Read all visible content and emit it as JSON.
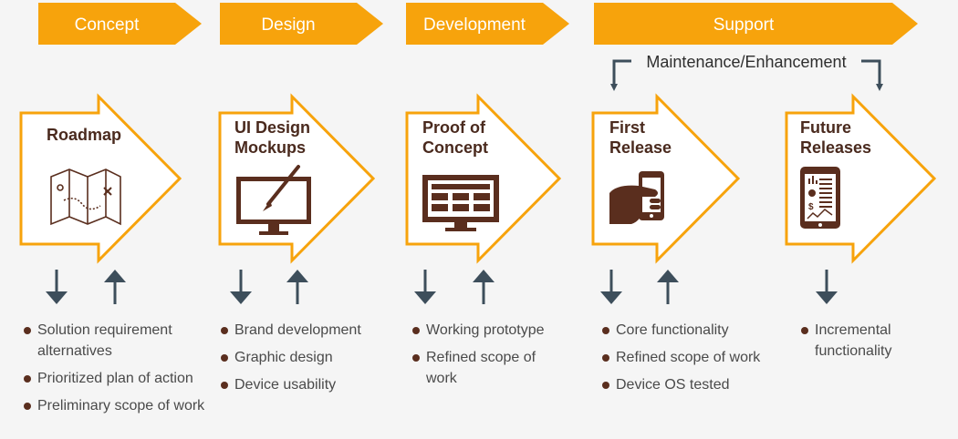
{
  "colors": {
    "accent": "#f7a30c",
    "icon_brown": "#5a2e1e",
    "arrow_gray": "#3d4e5b",
    "background": "#f5f5f5"
  },
  "phases": [
    {
      "label": "Concept"
    },
    {
      "label": "Design"
    },
    {
      "label": "Development"
    },
    {
      "label": "Support"
    }
  ],
  "support_loop": {
    "label": "Maintenance/Enhancement"
  },
  "stages": [
    {
      "title_lines": [
        "Roadmap"
      ],
      "icon": "roadmap-map-icon",
      "bullets": [
        "Solution requirement alternatives",
        "Prioritized plan of action",
        "Preliminary scope of work"
      ]
    },
    {
      "title_lines": [
        "UI Design",
        "Mockups"
      ],
      "icon": "design-monitor-brush-icon",
      "bullets": [
        "Brand development",
        "Graphic design",
        "Device usability"
      ]
    },
    {
      "title_lines": [
        "Proof of",
        "Concept"
      ],
      "icon": "prototype-monitor-icon",
      "bullets": [
        "Working prototype",
        "Refined scope of work"
      ]
    },
    {
      "title_lines": [
        "First",
        "Release"
      ],
      "icon": "hand-smartphone-icon",
      "bullets": [
        "Core functionality",
        "Refined scope of work",
        "Device OS tested"
      ]
    },
    {
      "title_lines": [
        "Future",
        "Releases"
      ],
      "icon": "tablet-report-icon",
      "bullets": [
        "Incremental functionality"
      ]
    }
  ]
}
